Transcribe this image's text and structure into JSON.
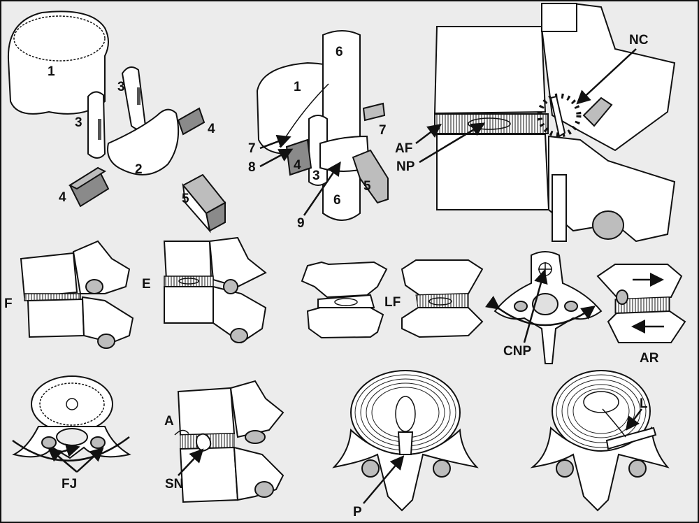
{
  "panel_a": {
    "labels": {
      "vertebral_body": "1",
      "facet_left": "3",
      "facet_right": "3",
      "ligament_small_right": "4",
      "annulus": "2",
      "ligament_small_left": "4",
      "ligament_large": "5"
    }
  },
  "panel_b": {
    "labels": {
      "top_tube": "6",
      "body": "1",
      "lig_right": "7",
      "lig_left": "7",
      "nerve": "8",
      "block_left": "4",
      "facet": "3",
      "block_right": "5",
      "bottom_tube": "6",
      "ring": "9"
    }
  },
  "panel_c": {
    "labels": {
      "nc": "NC",
      "af": "AF",
      "np": "NP"
    }
  },
  "row2": {
    "labels": {
      "flexion": "F",
      "extension": "E",
      "lateral_flexion": "LF",
      "cnp": "CNP",
      "axial_rotation": "AR"
    }
  },
  "row3": {
    "labels": {
      "facet_joints": "FJ",
      "a": "A",
      "sn": "SN",
      "p": "P",
      "l": "L"
    }
  }
}
